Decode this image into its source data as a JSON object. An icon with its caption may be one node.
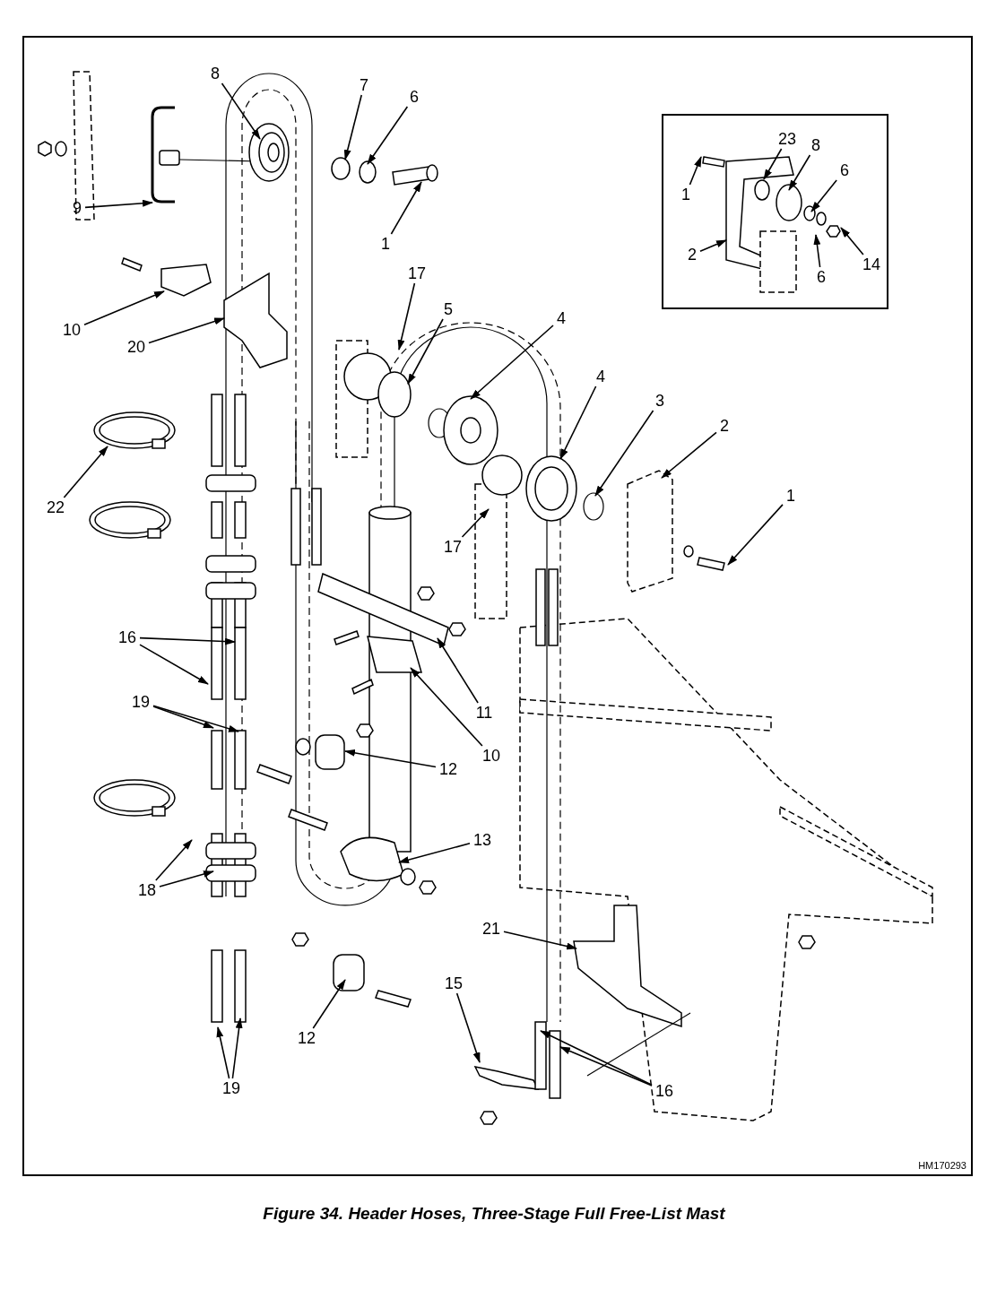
{
  "diagram": {
    "caption": "Figure 34. Header Hoses, Three-Stage Full Free-List Mast",
    "nodes": [
      {
        "text": [],
        "shape": "box"
      },
      {
        "text": [
          "8"
        ]
      },
      {
        "text": [
          "7"
        ]
      },
      {
        "text": [
          "6"
        ]
      },
      {
        "text": [
          "9"
        ]
      },
      {
        "text": [
          "1"
        ]
      },
      {
        "text": [
          "10"
        ]
      },
      {
        "text": [
          "20"
        ]
      },
      {
        "text": [
          "17"
        ]
      },
      {
        "text": [
          "5"
        ]
      },
      {
        "text": [
          "4"
        ]
      },
      {
        "text": [
          "4"
        ]
      },
      {
        "text": [
          "3"
        ]
      },
      {
        "text": [
          "2"
        ]
      },
      {
        "text": [
          "22"
        ]
      },
      {
        "text": [
          "17"
        ]
      },
      {
        "text": [
          "1"
        ]
      },
      {
        "text": [
          "16"
        ]
      },
      {
        "text": [
          "11"
        ]
      },
      {
        "text": [
          "10"
        ]
      },
      {
        "text": [
          "19"
        ]
      },
      {
        "text": [
          "12"
        ]
      },
      {
        "text": [
          "13"
        ]
      },
      {
        "text": [
          "18"
        ]
      },
      {
        "text": [
          "21"
        ]
      },
      {
        "text": [
          "15"
        ]
      },
      {
        "text": [
          "12"
        ]
      },
      {
        "text": [
          "19"
        ]
      },
      {
        "text": [
          "16"
        ]
      },
      {
        "text": [
          "23"
        ],
        "in": 0
      },
      {
        "text": [
          "8"
        ],
        "in": 0
      },
      {
        "text": [
          "1"
        ],
        "in": 0
      },
      {
        "text": [
          "6"
        ],
        "in": 0
      },
      {
        "text": [
          "2"
        ],
        "in": 0
      },
      {
        "text": [
          "6"
        ],
        "in": 0
      },
      {
        "text": [
          "14"
        ],
        "in": 0
      }
    ],
    "edges": [
      {
        "from": 1,
        "to": null,
        "arrow": "to"
      },
      {
        "from": 2,
        "to": null,
        "arrow": "to"
      },
      {
        "from": 3,
        "to": null,
        "arrow": "to"
      },
      {
        "from": 4,
        "to": null,
        "arrow": "to"
      },
      {
        "from": 5,
        "to": null,
        "arrow": "to"
      },
      {
        "from": 6,
        "to": null,
        "arrow": "to"
      },
      {
        "from": 7,
        "to": null,
        "arrow": "to"
      },
      {
        "from": 8,
        "to": null,
        "arrow": "to"
      },
      {
        "from": 9,
        "to": null,
        "arrow": "to"
      },
      {
        "from": 10,
        "to": null,
        "arrow": "to"
      },
      {
        "from": 11,
        "to": null,
        "arrow": "to"
      },
      {
        "from": 12,
        "to": null,
        "arrow": "to"
      },
      {
        "from": 13,
        "to": null,
        "arrow": "to"
      },
      {
        "from": 14,
        "to": null,
        "arrow": "to"
      },
      {
        "from": 15,
        "to": null,
        "arrow": "to"
      },
      {
        "from": 16,
        "to": null,
        "arrow": "to"
      },
      {
        "from": 17,
        "to": null,
        "arrow": "to"
      },
      {
        "from": 17,
        "to": null,
        "arrow": "to"
      },
      {
        "from": 18,
        "to": null,
        "arrow": "to"
      },
      {
        "from": 19,
        "to": null,
        "arrow": "to"
      },
      {
        "from": 20,
        "to": null,
        "arrow": "to"
      },
      {
        "from": 20,
        "to": null,
        "arrow": "to"
      },
      {
        "from": 21,
        "to": null,
        "arrow": "to"
      },
      {
        "from": 22,
        "to": null,
        "arrow": "to"
      },
      {
        "from": 23,
        "to": null,
        "arrow": "to"
      },
      {
        "from": 23,
        "to": null,
        "arrow": "to"
      },
      {
        "from": 24,
        "to": null,
        "arrow": "to"
      },
      {
        "from": 25,
        "to": null,
        "arrow": "to"
      },
      {
        "from": 26,
        "to": null,
        "arrow": "to"
      },
      {
        "from": 27,
        "to": null,
        "arrow": "to"
      },
      {
        "from": 27,
        "to": null,
        "arrow": "to"
      },
      {
        "from": 28,
        "to": null,
        "arrow": "to"
      },
      {
        "from": 28,
        "to": null,
        "arrow": "to"
      },
      {
        "from": 29,
        "to": null,
        "arrow": "to"
      },
      {
        "from": 30,
        "to": null,
        "arrow": "to"
      },
      {
        "from": 31,
        "to": null,
        "arrow": "to"
      },
      {
        "from": 32,
        "to": null,
        "arrow": "to"
      },
      {
        "from": 33,
        "to": null,
        "arrow": "to"
      },
      {
        "from": 34,
        "to": null,
        "arrow": "to"
      },
      {
        "from": 35,
        "to": null,
        "arrow": "to"
      }
    ],
    "labels": [
      "HM170293"
    ]
  }
}
